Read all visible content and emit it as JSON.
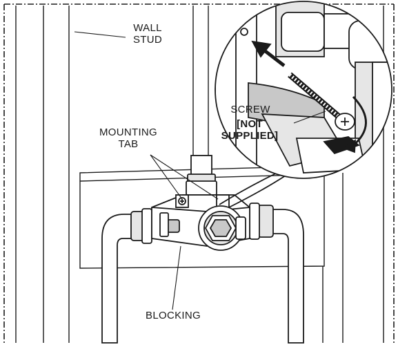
{
  "labels": {
    "wall_stud_line1": "WALL",
    "wall_stud_line2": "STUD",
    "screw": "SCREW",
    "not_supplied_line1": "[NOT",
    "not_supplied_line2": "SUPPLIED]",
    "mounting_tab_line1": "MOUNTING",
    "mounting_tab_line2": "TAB",
    "blocking": "BLOCKING"
  },
  "colors": {
    "line": "#1a1a1a",
    "pipe_fill": "#ffffff",
    "shade_light": "#e6e6e6",
    "shade_mid": "#c8c8c8",
    "shade_dark": "#8a8a8a",
    "border_dash": "#1a1a1a"
  }
}
